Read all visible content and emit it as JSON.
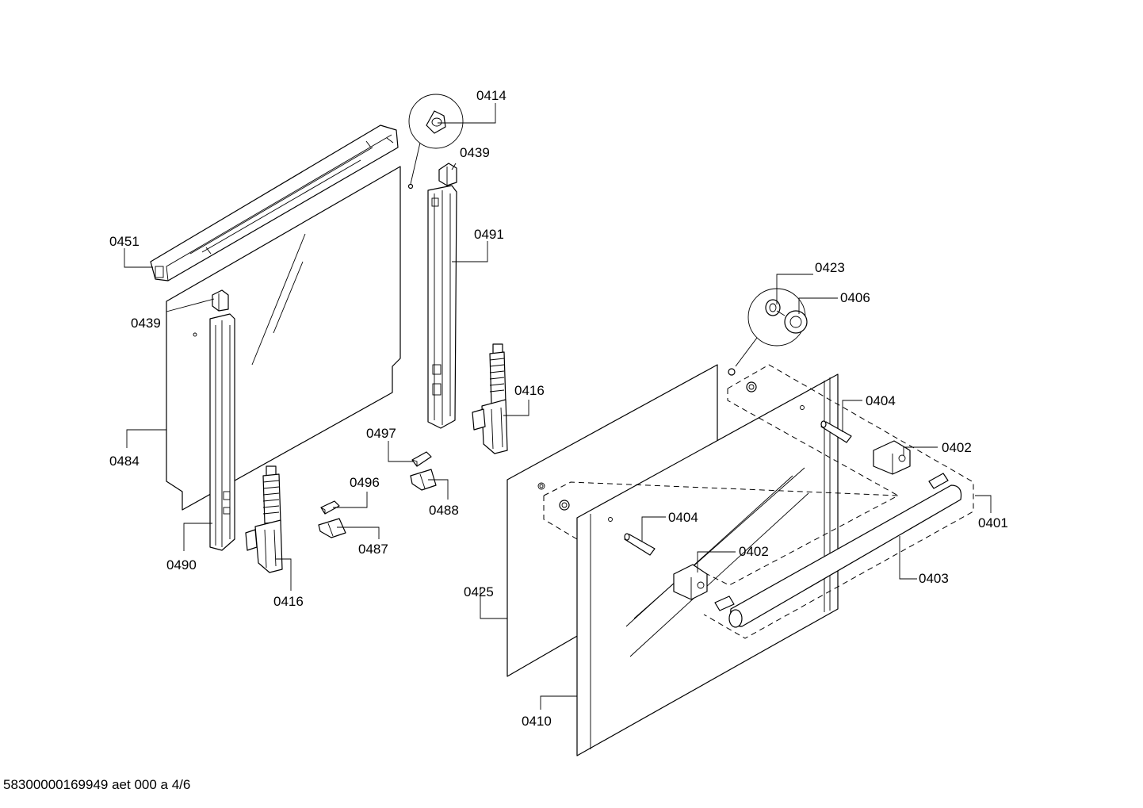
{
  "labels": {
    "l0414": "0414",
    "l0439a": "0439",
    "l0439b": "0439",
    "l0451": "0451",
    "l0491": "0491",
    "l0484": "0484",
    "l0490": "0490",
    "l0416a": "0416",
    "l0416b": "0416",
    "l0497": "0497",
    "l0496": "0496",
    "l0488": "0488",
    "l0487": "0487",
    "l0423": "0423",
    "l0406": "0406",
    "l0404a": "0404",
    "l0404b": "0404",
    "l0402a": "0402",
    "l0402b": "0402",
    "l0401": "0401",
    "l0403": "0403",
    "l0425": "0425",
    "l0410": "0410"
  },
  "footer": "58300000169949 aet 000 a 4/6"
}
